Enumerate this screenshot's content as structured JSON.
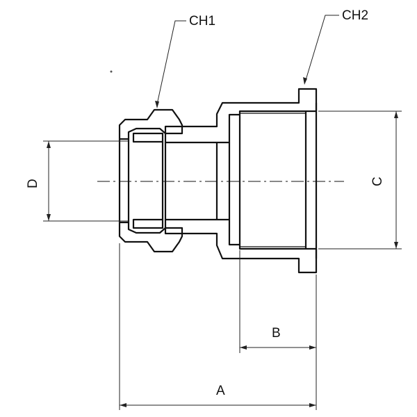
{
  "labels": {
    "ch1": "CH1",
    "ch2": "CH2",
    "a": "A",
    "b": "B",
    "c": "C",
    "d": "D"
  },
  "colors": {
    "line": "#111111",
    "background": "#ffffff"
  }
}
